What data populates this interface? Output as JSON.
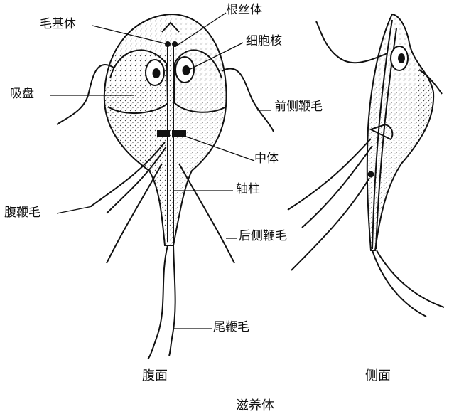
{
  "labels": {
    "basal_body": "毛基体",
    "rhizoplast": "根丝体",
    "nucleus": "细胞核",
    "sucking_disc": "吸盘",
    "anterior_lateral_flagellum": "前侧鞭毛",
    "median_body": "中体",
    "axostyle": "轴柱",
    "ventral_flagellum": "腹鞭毛",
    "posterior_lateral_flagellum": "后侧鞭毛",
    "caudal_flagellum": "尾鞭毛"
  },
  "captions": {
    "ventral_view": "腹面",
    "lateral_view": "侧面",
    "title": "滋养体"
  },
  "colors": {
    "ink": "#111111",
    "stipple": "#444444",
    "background": "#ffffff"
  }
}
